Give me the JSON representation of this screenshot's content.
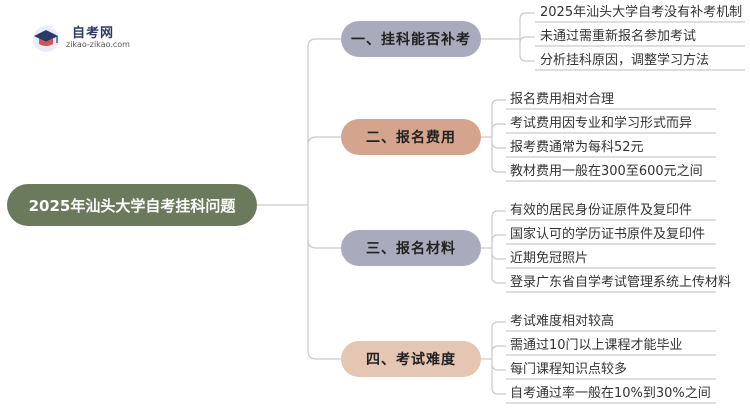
{
  "logo": {
    "name": "自考网",
    "url": "zikao-zikao.com"
  },
  "root": {
    "label": "2025年汕头大学自考挂科问题"
  },
  "branches": [
    {
      "label": "一、挂科能否补考",
      "color": "#a9abbd",
      "items": [
        "2025年汕头大学自考没有补考机制",
        "未通过需重新报名参加考试",
        "分析挂科原因，调整学习方法"
      ]
    },
    {
      "label": "二、报名费用",
      "color": "#d4a48c",
      "items": [
        "报名费用相对合理",
        "考试费用因专业和学习形式而异",
        "报考费通常为每科52元",
        "教材费用一般在300至600元之间"
      ]
    },
    {
      "label": "三、报名材料",
      "color": "#a9abbd",
      "items": [
        "有效的居民身份证原件及复印件",
        "国家认可的学历证书原件及复印件",
        "近期免冠照片",
        "登录广东省自学考试管理系统上传材料"
      ]
    },
    {
      "label": "四、考试难度",
      "color": "#e4c6b2",
      "items": [
        "考试难度相对较高",
        "需通过10门以上课程才能毕业",
        "每门课程知识点较多",
        "自考通过率一般在10%到30%之间"
      ]
    }
  ]
}
